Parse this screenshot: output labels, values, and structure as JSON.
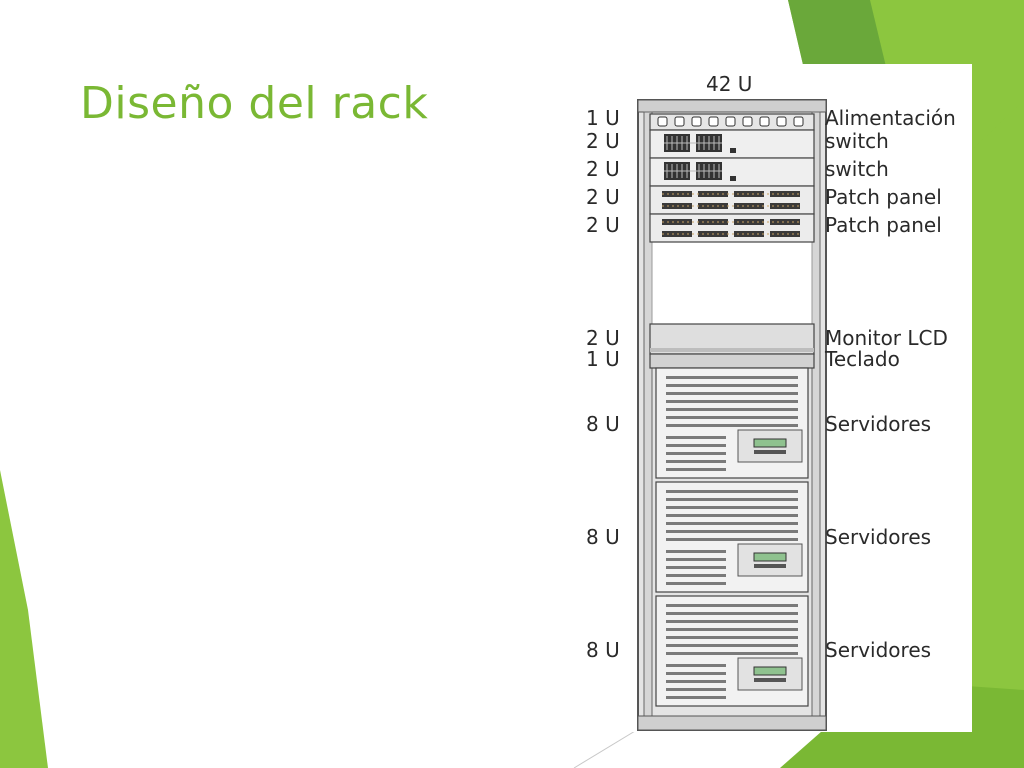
{
  "slide": {
    "title": "Diseño del rack",
    "accent_color": "#7ab834",
    "accent_dark": "#5c9a2c"
  },
  "rack": {
    "total_label": "42 U",
    "rows": [
      {
        "units": "1 U",
        "device": "Alimentación"
      },
      {
        "units": "2 U",
        "device": "switch"
      },
      {
        "units": "2 U",
        "device": "switch"
      },
      {
        "units": "2 U",
        "device": "Patch panel"
      },
      {
        "units": "2 U",
        "device": "Patch panel"
      },
      {
        "units": "2 U",
        "device": "Monitor LCD"
      },
      {
        "units": "1 U",
        "device": "Teclado"
      },
      {
        "units": "8 U",
        "device": "Servidores"
      },
      {
        "units": "8 U",
        "device": "Servidores"
      },
      {
        "units": "8 U",
        "device": "Servidores"
      }
    ]
  }
}
